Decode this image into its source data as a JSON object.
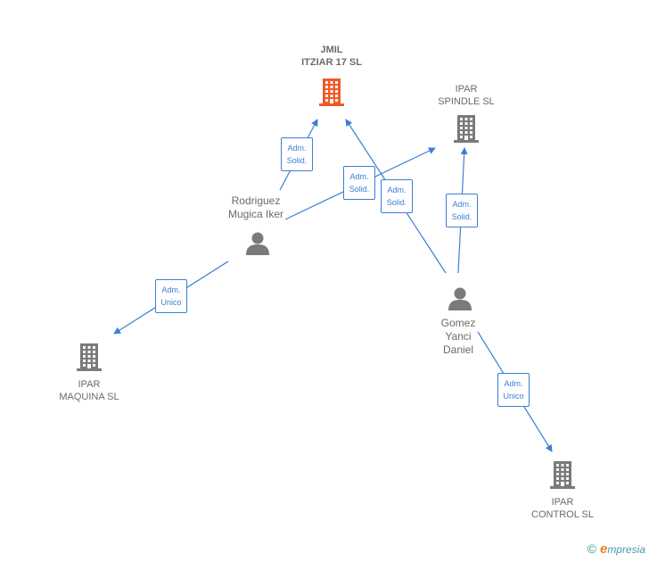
{
  "colors": {
    "edge": "#3a7fd5",
    "company": "#7a7a7a",
    "highlight": "#f05a28",
    "person": "#7a7a7a"
  },
  "nodes": {
    "jmil": {
      "label": "JMIL\nITZIAR 17  SL",
      "icon": "building-icon",
      "highlight": true
    },
    "spindle": {
      "label": "IPAR\nSPINDLE  SL",
      "icon": "building-icon"
    },
    "maquina": {
      "label": "IPAR\nMAQUINA SL",
      "icon": "building-icon"
    },
    "control": {
      "label": "IPAR\nCONTROL SL",
      "icon": "building-icon"
    },
    "rodriguez": {
      "label": "Rodriguez\nMugica Iker",
      "icon": "person-icon"
    },
    "gomez": {
      "label": "Gomez\nYanci\nDaniel",
      "icon": "person-icon"
    }
  },
  "edges": [
    {
      "from": "rodriguez",
      "to": "jmil",
      "label": "Adm.\nSolid."
    },
    {
      "from": "rodriguez",
      "to": "spindle",
      "label": "Adm.\nSolid."
    },
    {
      "from": "gomez",
      "to": "jmil",
      "label": "Adm.\nSolid."
    },
    {
      "from": "gomez",
      "to": "spindle",
      "label": "Adm.\nSolid."
    },
    {
      "from": "rodriguez",
      "to": "maquina",
      "label": "Adm.\nUnico"
    },
    {
      "from": "gomez",
      "to": "control",
      "label": "Adm.\nUnico"
    }
  ],
  "brand": {
    "copyright": "©",
    "initial": "e",
    "rest": "mpresia"
  }
}
